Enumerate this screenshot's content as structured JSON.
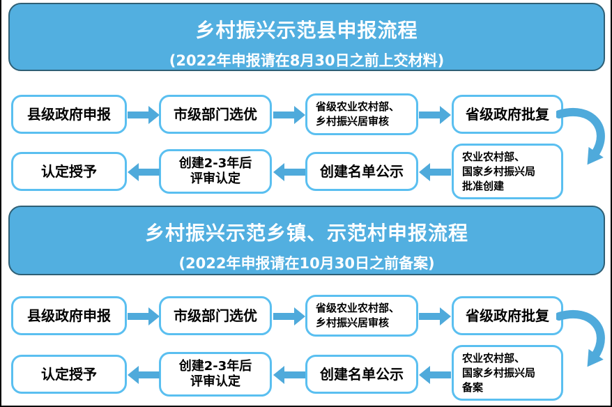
{
  "colors": {
    "header_fill": "#52AFE0",
    "header_border": "#2E5F75",
    "header_text": "#FFFFFF",
    "box_border": "#5ABFF0",
    "arrow": "#4FAADB",
    "text": "#000000"
  },
  "sections": [
    {
      "title": "乡村振兴示范县申报流程",
      "subtitle": "(2022年申报请在8月30日之前上交材料)",
      "nodes": [
        {
          "label": "县级政府申报"
        },
        {
          "label": "市级部门选优"
        },
        {
          "label": "省级农业农村部、\n乡村振兴居审核"
        },
        {
          "label": "省级政府批复"
        },
        {
          "label": "农业农村部、\n国家乡村振兴局\n批准创建"
        },
        {
          "label": "创建名单公示"
        },
        {
          "label": "创建2-3年后\n评审认定"
        },
        {
          "label": "认定授予"
        }
      ]
    },
    {
      "title": "乡村振兴示范乡镇、示范村申报流程",
      "subtitle": "(2022年申报请在10月30日之前备案)",
      "nodes": [
        {
          "label": "县级政府申报"
        },
        {
          "label": "市级部门选优"
        },
        {
          "label": "省级农业农村部、\n乡村振兴居审核"
        },
        {
          "label": "省级政府批复"
        },
        {
          "label": "农业农村部、\n国家乡村振兴局\n备案"
        },
        {
          "label": "创建名单公示"
        },
        {
          "label": "创建2-3年后\n评审认定"
        },
        {
          "label": "认定授予"
        }
      ]
    }
  ]
}
